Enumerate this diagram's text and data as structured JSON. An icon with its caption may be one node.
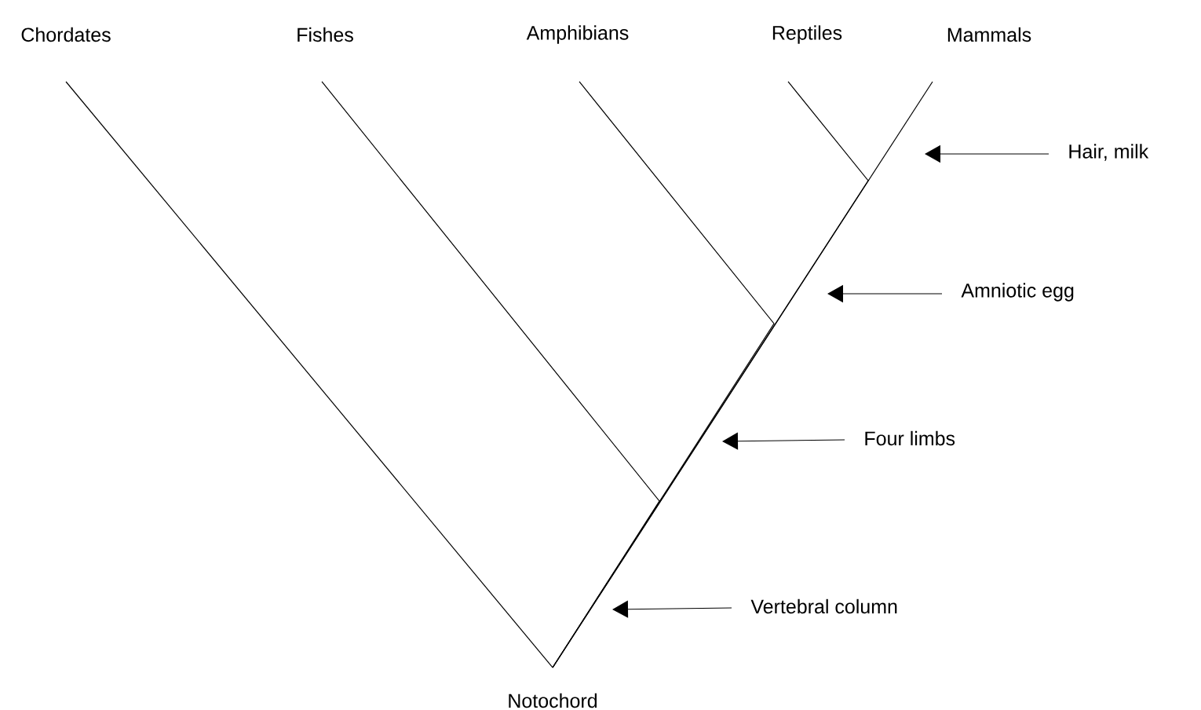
{
  "diagram": {
    "nodes": [
      {
        "text": [
          "Chordates"
        ]
      },
      {
        "text": [
          "Fishes"
        ]
      },
      {
        "text": [
          "Amphibians"
        ]
      },
      {
        "text": [
          "Reptiles"
        ]
      },
      {
        "text": [
          "Mammals"
        ]
      },
      {
        "text": [
          "Notochord"
        ]
      },
      {
        "text": [
          "Hair, milk"
        ]
      },
      {
        "text": [
          "Amniotic egg"
        ]
      },
      {
        "text": [
          "Four limbs"
        ]
      },
      {
        "text": [
          "Vertebral column"
        ]
      }
    ],
    "edges": [
      {
        "from": 5,
        "to": 0,
        "arrow": "none"
      },
      {
        "from": 5,
        "to": 1,
        "arrow": "none"
      },
      {
        "from": 5,
        "to": 2,
        "arrow": "none"
      },
      {
        "from": 5,
        "to": 3,
        "arrow": "none"
      },
      {
        "from": 5,
        "to": 4,
        "arrow": "none"
      },
      {
        "from": 6,
        "to": null,
        "arrow": "to"
      },
      {
        "from": 7,
        "to": null,
        "arrow": "to"
      },
      {
        "from": 8,
        "to": null,
        "arrow": "to"
      },
      {
        "from": 9,
        "to": null,
        "arrow": "to"
      }
    ]
  }
}
